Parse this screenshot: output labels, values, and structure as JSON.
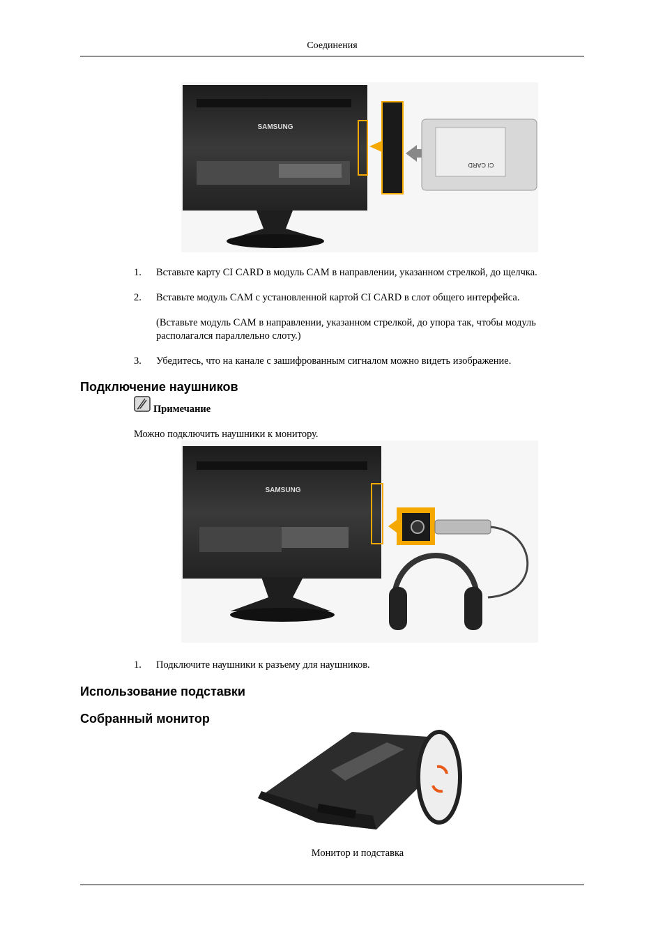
{
  "header": {
    "title": "Соединения"
  },
  "ci_section": {
    "logo": "SAMSUNG",
    "card_label": "CI CARD",
    "steps": [
      {
        "num": "1.",
        "text": "Вставьте карту CI CARD в модуль CAM в направлении, указанном стрелкой, до щелчка."
      },
      {
        "num": "2.",
        "text": "Вставьте модуль CAM с установленной картой CI CARD в слот общего интерфейса."
      },
      {
        "num": "3.",
        "text": "Убедитесь, что на канале с зашифрованным сигналом можно видеть изображение."
      }
    ],
    "step2_note": "(Вставьте модуль CAM в направлении, указанном стрелкой, до упора так, чтобы модуль располагался параллельно слоту.)"
  },
  "headphones_section": {
    "heading": "Подключение наушников",
    "note_label": "Примечание",
    "note_text": "Можно подключить наушники к монитору.",
    "logo": "SAMSUNG",
    "steps": [
      {
        "num": "1.",
        "text": "Подключите наушники к разъему для наушников."
      }
    ]
  },
  "stand_section": {
    "heading": "Использование подставки",
    "subheading": "Собранный монитор",
    "caption": "Монитор и подставка"
  },
  "colors": {
    "accent": "#f5a800",
    "monitor": "#2a2a2a"
  }
}
